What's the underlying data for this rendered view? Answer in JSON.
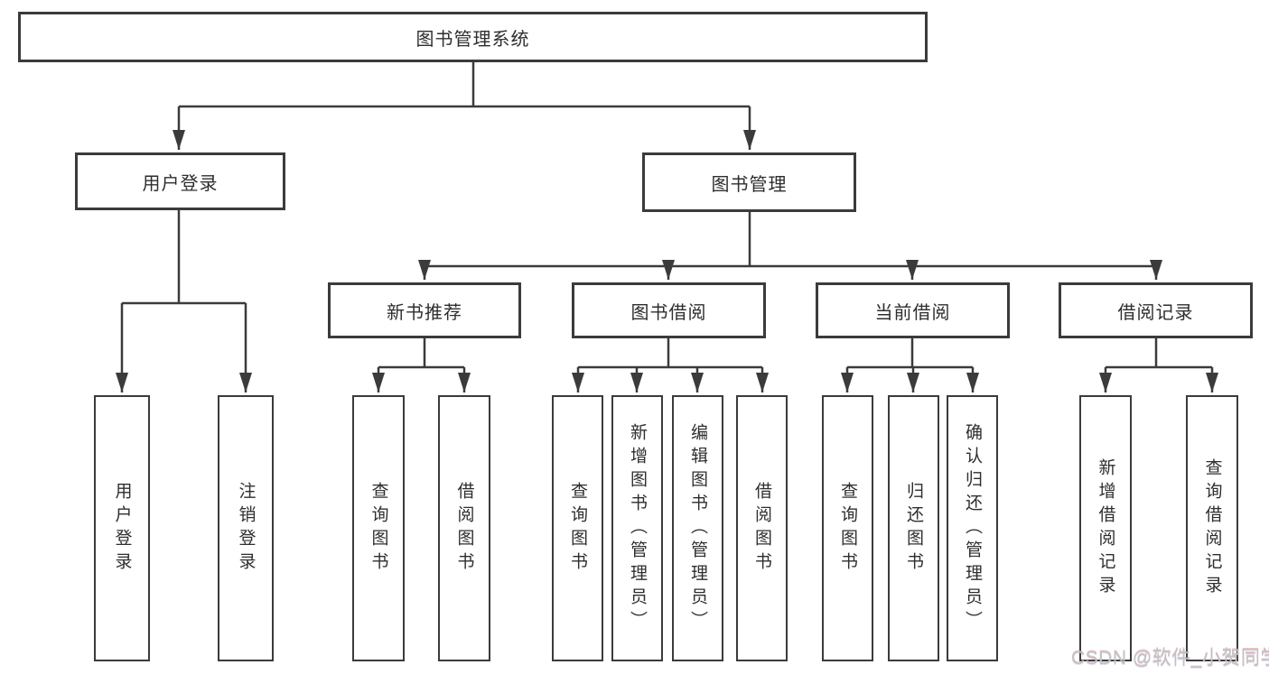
{
  "diagram": {
    "root": {
      "label": "图书管理系统"
    },
    "level2": [
      {
        "label": "用户登录"
      },
      {
        "label": "图书管理"
      }
    ],
    "level3": [
      {
        "label": "新书推荐"
      },
      {
        "label": "图书借阅"
      },
      {
        "label": "当前借阅"
      },
      {
        "label": "借阅记录"
      }
    ],
    "leaves": {
      "login": [
        "用户登录",
        "注销登录"
      ],
      "recommend": [
        "查询图书",
        "借阅图书"
      ],
      "borrow": [
        "查询图书",
        "新增图书（管理员）",
        "编辑图书（管理员）",
        "借阅图书"
      ],
      "current": [
        "查询图书",
        "归还图书",
        "确认归还（管理员）"
      ],
      "records": [
        "新增借阅记录",
        "查询借阅记录"
      ]
    }
  },
  "watermark": {
    "text": "CSDN @软件_小贺同学"
  },
  "colors": {
    "line": "#3b3b3b",
    "box_border": "#3b3b3b",
    "text": "#2e2e2e",
    "watermark": "#c2c2c2",
    "background": "#ffffff"
  }
}
